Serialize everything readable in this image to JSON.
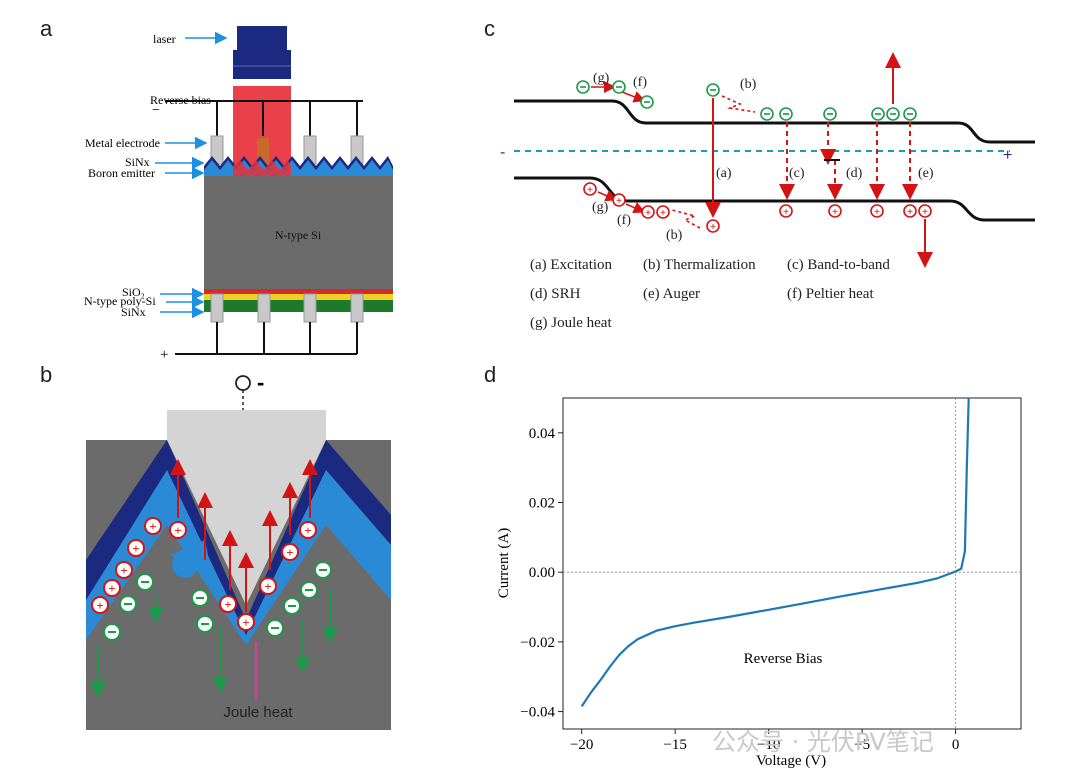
{
  "panels": {
    "a": {
      "letter": "a",
      "labels": {
        "laser": "laser",
        "reverse_bias": "Reverse bias",
        "minus": "−",
        "plus": "+",
        "metal_electrode": "Metal electrode",
        "sinx_top": "SiNx",
        "boron_emitter": "Boron emitter",
        "n_type_si": "N-type Si",
        "sio2": "SiO₂",
        "n_type_poly": "N-type poly-Si",
        "sinx_bottom": "SiNx"
      }
    },
    "b": {
      "letter": "b",
      "terminal_sign": "-",
      "joule_heat": "Joule heat"
    },
    "c": {
      "letter": "c",
      "minus": "-",
      "plus": "+",
      "mech_labels": [
        "(a)",
        "(b)",
        "(c)",
        "(d)",
        "(e)",
        "(f)",
        "(g)"
      ],
      "legend": [
        "(a) Excitation",
        "(b) Thermalization",
        "(c) Band-to-band",
        "(d) SRH",
        "(e) Auger",
        "(f) Peltier heat",
        "(g) Joule heat"
      ]
    },
    "d": {
      "letter": "d",
      "annotation": "Reverse Bias"
    }
  },
  "chart_data": {
    "type": "line",
    "xlabel": "Voltage (V)",
    "ylabel": "Current (A)",
    "xlim": [
      -21,
      3.5
    ],
    "ylim": [
      -0.045,
      0.05
    ],
    "x_ticks": [
      -20,
      -15,
      -10,
      -5,
      0
    ],
    "x_tick_labels": [
      "−20",
      "−15",
      "−10",
      "−5",
      "0"
    ],
    "y_ticks": [
      -0.04,
      -0.02,
      0.0,
      0.02,
      0.04
    ],
    "y_tick_labels": [
      "−0.04",
      "−0.02",
      "0.00",
      "0.02",
      "0.04"
    ],
    "reference_lines": {
      "x": 0,
      "y": 0
    },
    "series": [
      {
        "color": "#1f77b4",
        "x": [
          -20,
          -19.5,
          -19,
          -18.5,
          -18,
          -17.5,
          -17,
          -16,
          -15,
          -14,
          -12,
          -10,
          -8,
          -6,
          -4,
          -2,
          -1,
          0,
          0.3,
          0.5,
          0.6,
          0.7
        ],
        "y": [
          -0.0385,
          -0.0345,
          -0.031,
          -0.0272,
          -0.0238,
          -0.0212,
          -0.0192,
          -0.0168,
          -0.0155,
          -0.0145,
          -0.0127,
          -0.0108,
          -0.0088,
          -0.0068,
          -0.0049,
          -0.003,
          -0.0018,
          0.0002,
          0.001,
          0.006,
          0.03,
          0.05
        ]
      }
    ]
  },
  "watermark": "公众号 · 光伏PV笔记",
  "colors": {
    "navy": "#1b2a80",
    "laser_red": "#e8303a",
    "silicon_gray": "#6b6b6b",
    "light_blue": "#2a8ad6",
    "hole_red": "#e02020",
    "electron_green": "#1a9a4a",
    "curve_blue": "#1f77b4",
    "dashed_cyan": "#1aa0a8"
  }
}
